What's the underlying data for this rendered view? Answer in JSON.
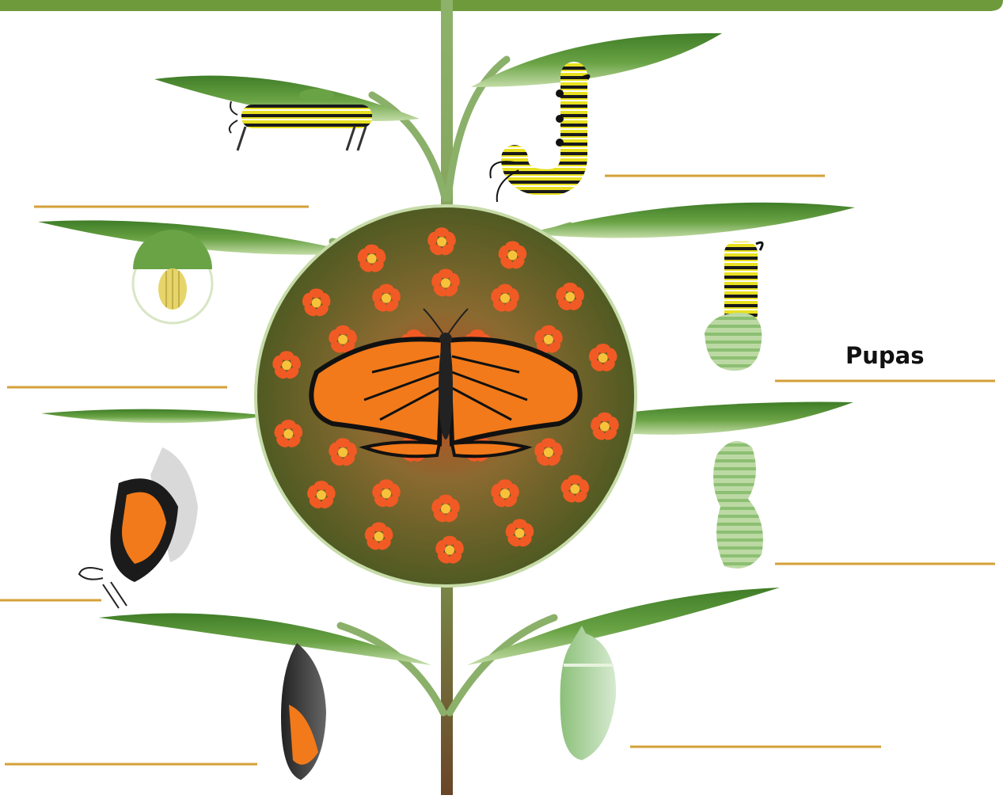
{
  "diagram": {
    "stage_labels": [
      {
        "id": "egg",
        "text": ""
      },
      {
        "id": "caterpillar-j",
        "text": ""
      },
      {
        "id": "pupa-hanging",
        "text": "Pupas"
      },
      {
        "id": "chrysalis-forming",
        "text": ""
      },
      {
        "id": "chrysalis-green",
        "text": ""
      },
      {
        "id": "chrysalis-dark",
        "text": ""
      },
      {
        "id": "emerging-adult",
        "text": ""
      },
      {
        "id": "egg-left",
        "text": ""
      }
    ],
    "colors": {
      "top_bar": "#6f9a3c",
      "stem": "#7fa65a",
      "stem_lower": "#6a4528",
      "leaf_dark": "#4c8a2c",
      "leaf_light": "#b9d59a",
      "answer_line": "#d4a037",
      "circle_bg": "#5a5e28",
      "flower": "#f15a24",
      "butterfly_orange": "#f27a1a"
    },
    "icons": [
      "caterpillar-icon",
      "egg-icon",
      "j-caterpillar-icon",
      "chrysalis-icon",
      "butterfly-icon",
      "milkweed-flower-icon"
    ]
  }
}
